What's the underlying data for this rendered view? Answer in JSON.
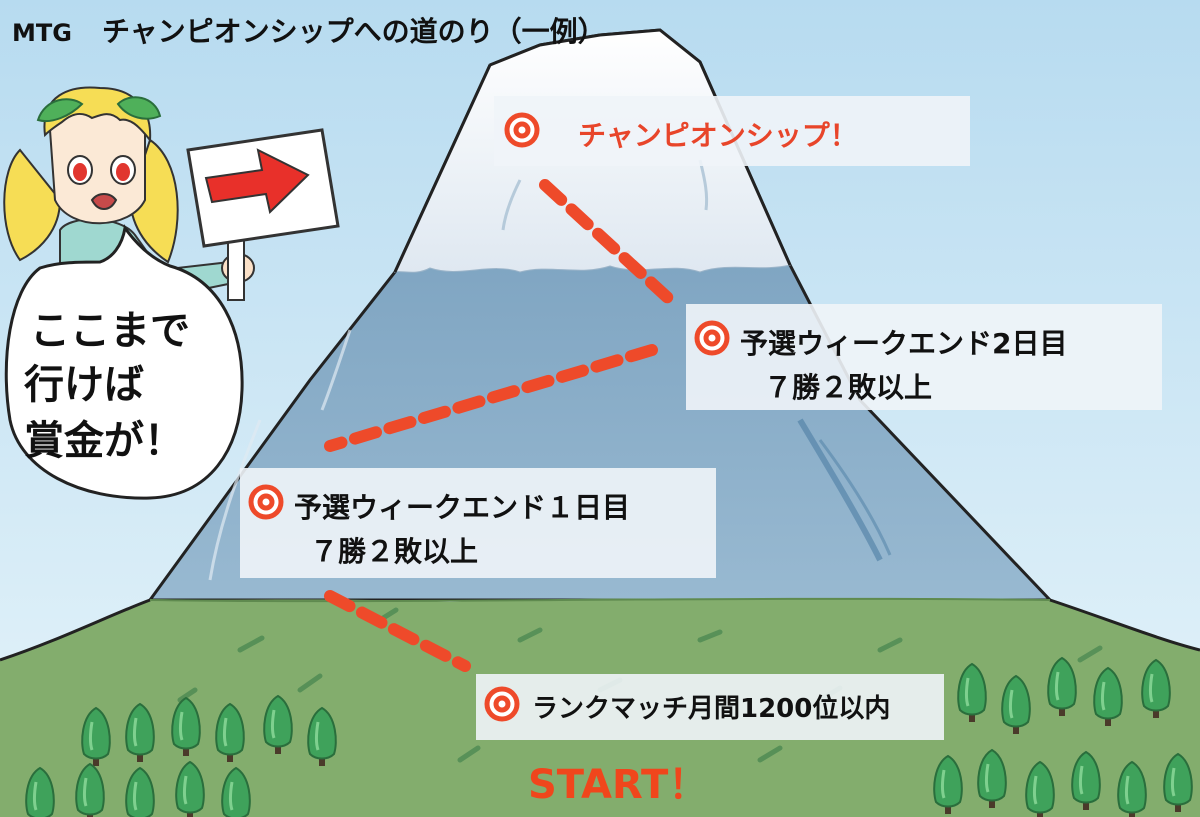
{
  "title": {
    "prefix": "MTG",
    "main": "チャンピオンシップへの道のり（一例）"
  },
  "stages": {
    "champ": {
      "label": "チャンピオンシップ！"
    },
    "day2": {
      "line1": "予選ウィークエンド2日目",
      "line2": "７勝２敗以上"
    },
    "day1": {
      "line1": "予選ウィークエンド１日目",
      "line2": "７勝２敗以上"
    },
    "rank": {
      "label": "ランクマッチ月間1200位以内"
    }
  },
  "start_label": "START！",
  "speech": {
    "line1": "ここまで",
    "line2": "行けば",
    "line3": "賞金が！"
  },
  "colors": {
    "sky": "#c9e6f3",
    "snow": "#eef3f8",
    "mountain_blue": "#7fa6c3",
    "grass": "#83ad6d",
    "tree": "#3fa25b",
    "accent_red": "#ee4a2a",
    "start_text": "#f0461c"
  },
  "icons": {
    "stage_marker": "double-circle-target-icon",
    "sign_arrow": "red-arrow-right-icon"
  }
}
